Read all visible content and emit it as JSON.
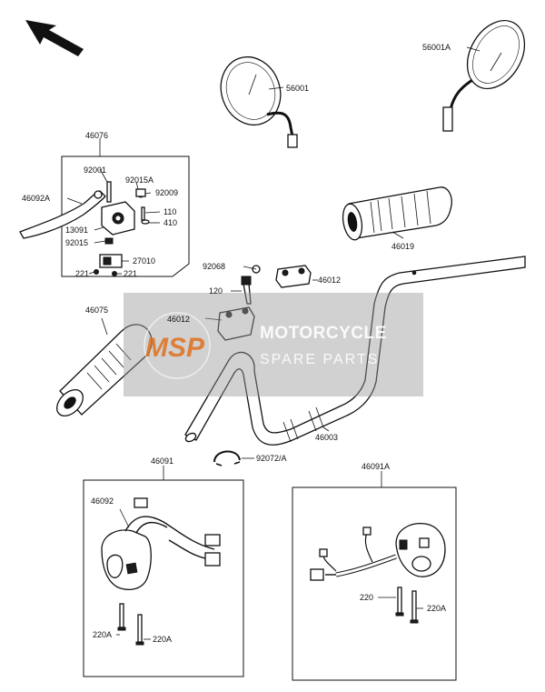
{
  "diagram": {
    "labels": {
      "p46076": "46076",
      "p92001": "92001",
      "p92015A": "92015A",
      "p92009": "92009",
      "p46092A": "46092A",
      "p110": "110",
      "p410": "410",
      "p13091": "13091",
      "p92015": "92015",
      "p27010": "27010",
      "p221a": "221",
      "p221b": "221",
      "p56001": "56001",
      "p56001A": "56001A",
      "p46019": "46019",
      "p92068": "92068",
      "p46012a": "46012",
      "p120": "120",
      "p46012b": "46012",
      "p46075": "46075",
      "p46003": "46003",
      "p92072A": "92072/A",
      "p46091": "46091",
      "p46092": "46092",
      "p220A_left": "220A",
      "p220A_left2": "220A",
      "p46091A": "46091A",
      "p220": "220",
      "p220A_right": "220A"
    },
    "watermark": {
      "logo": "MSP",
      "title": "MOTORCYCLE",
      "subtitle": "SPARE PARTS"
    }
  },
  "colors": {
    "ink": "#111111",
    "watermark_gray": "#9a9a9a",
    "watermark_orange": "#e0701f"
  }
}
